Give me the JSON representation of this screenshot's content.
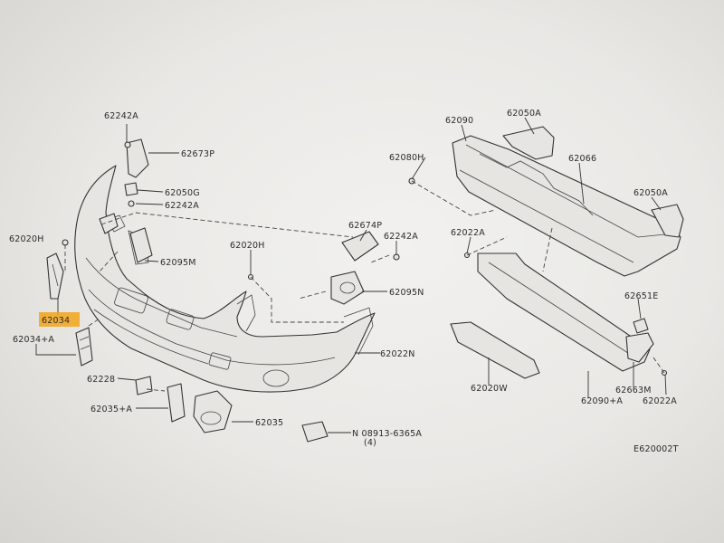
{
  "diagram": {
    "code": "E620002T",
    "highlight_color": "#f2a51a",
    "labels": {
      "p62242A_top": "62242A",
      "p62673P": "62673P",
      "p62050G": "62050G",
      "p62242A_mid": "62242A",
      "p62020H_left": "62020H",
      "p62095M": "62095M",
      "p62034": "62034",
      "p62034A": "62034+A",
      "p62228": "62228",
      "p62035A": "62035+A",
      "p62035": "62035",
      "p62020H_center": "62020H",
      "p62674P": "62674P",
      "p62242A_right": "62242A",
      "p62095N": "62095N",
      "p62022N": "62022N",
      "p08913": "N 08913-6365A",
      "p08913_qty": "(4)",
      "p62090": "62090",
      "p62050A_top": "62050A",
      "p62080H": "62080H",
      "p62066": "62066",
      "p62050A_right": "62050A",
      "p62022A_left": "62022A",
      "p62651E": "62651E",
      "p62020W": "62020W",
      "p62090A": "62090+A",
      "p62663M": "62663M",
      "p62022A_right": "62022A"
    }
  }
}
